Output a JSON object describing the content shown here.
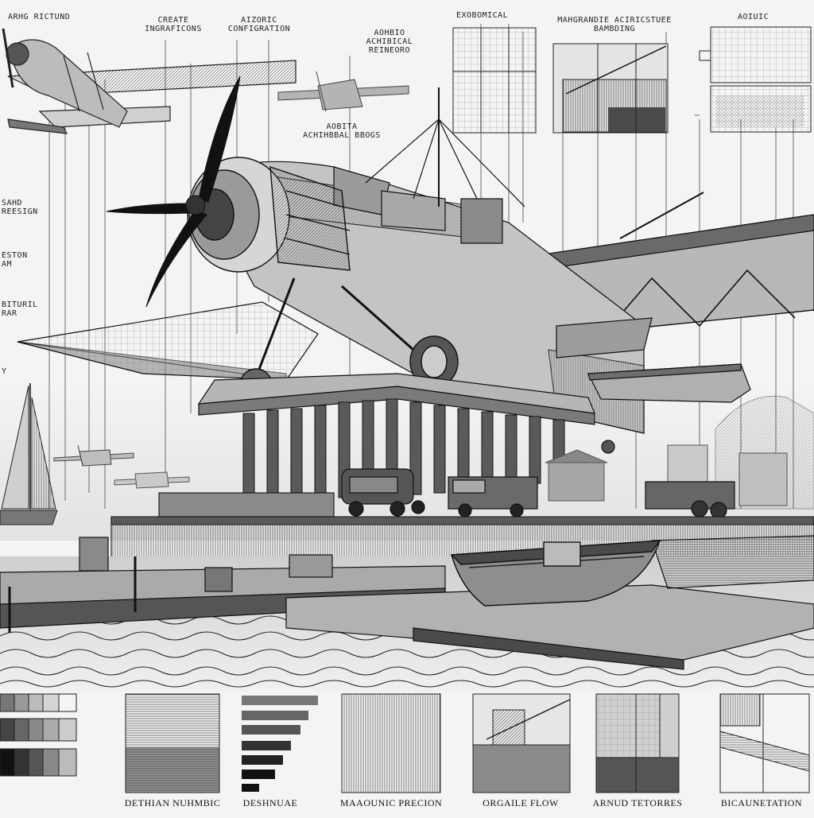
{
  "labels": {
    "top_left": "ARHG RICTUND",
    "top_1": "CREATE INGRAFICONS",
    "top_2": "AIZORIC CONFIGRATION",
    "top_3": "AOHBIO ACHIBICAL REINEORO",
    "top_4": "EXOBOMICAL",
    "top_5": "MAHGRANDIE ACIRICSTUEE BAMBDING",
    "top_6": "AOIUIC",
    "mid_1": "AOBITA ACHIHBBAL BBOGS",
    "side_1": "SAHD REESIGN",
    "side_2": "ESTON AM",
    "side_3": "BITURIL RAR",
    "side_4": "Y"
  },
  "captions": [
    "DETHIAN NUHMBIC",
    "DESHNUAE",
    "MAAOUNIC PRECION",
    "ORGAILE FLOW",
    "ARNUD TETORRES",
    "BICAUNETATION"
  ],
  "colors": {
    "ink": "#1a1a1a",
    "paper": "#f4f4f2",
    "mid_gray": "#8a8a8a",
    "light_gray": "#cfcfcf"
  }
}
